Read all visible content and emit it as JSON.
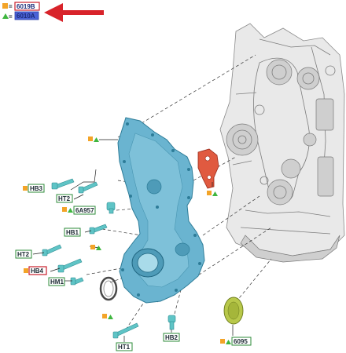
{
  "legend": [
    {
      "symbol": "square",
      "color": "#f3a428",
      "code": "6019B"
    },
    {
      "symbol": "triangle",
      "color": "#3fb63f",
      "code": "6010A"
    }
  ],
  "callouts": [
    {
      "id": "hb3",
      "text": "HB3",
      "marks": "square"
    },
    {
      "id": "ht2a",
      "text": "HT2",
      "marks": "none"
    },
    {
      "id": "6a957",
      "text": "6A957",
      "marks": "both"
    },
    {
      "id": "hb1",
      "text": "HB1",
      "marks": "none"
    },
    {
      "id": "ht2b",
      "text": "HT2",
      "marks": "none"
    },
    {
      "id": "hb4",
      "text": "HB4",
      "marks": "square"
    },
    {
      "id": "hm1",
      "text": "HM1",
      "marks": "none"
    },
    {
      "id": "ht1",
      "text": "HT1",
      "marks": "none"
    },
    {
      "id": "hb2",
      "text": "HB2",
      "marks": "none"
    },
    {
      "id": "6095",
      "text": "6095",
      "marks": "both"
    }
  ],
  "colors": {
    "square": "#f3a428",
    "triangle": "#3fb63f",
    "arrow": "#d8232a",
    "cover": "#6ab4d0",
    "gasket": "#e05a40",
    "seal": "#b8c84a",
    "bolt": "#5fc4c6"
  }
}
